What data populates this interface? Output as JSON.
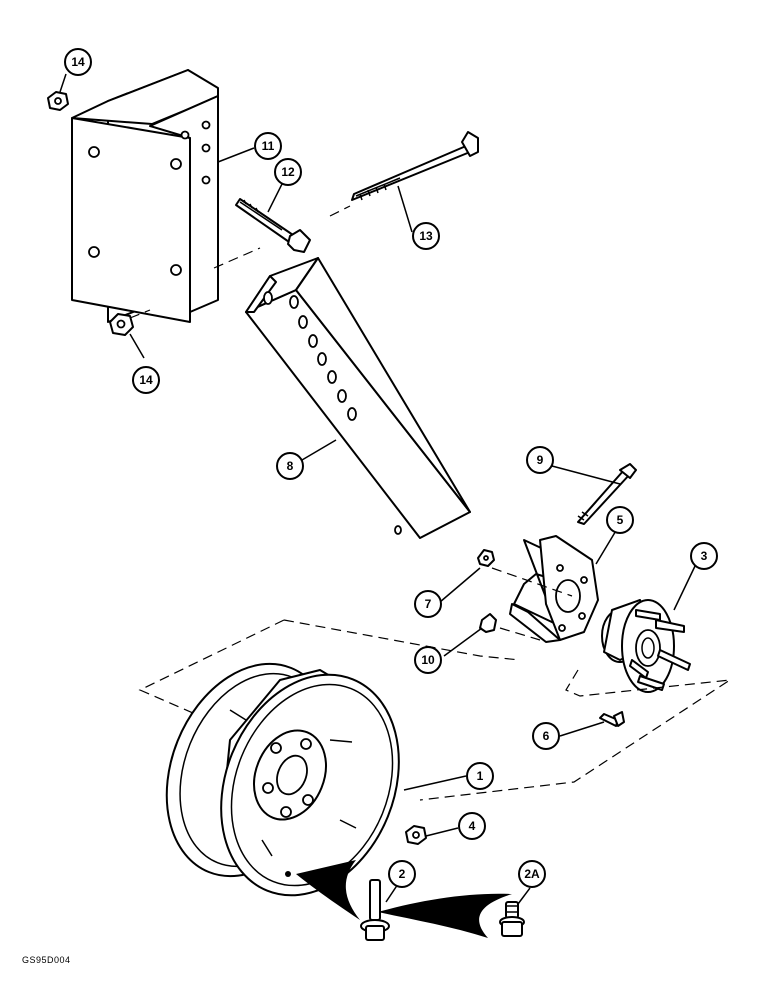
{
  "callouts": [
    {
      "id": "c14a",
      "label": "14"
    },
    {
      "id": "c11",
      "label": "11"
    },
    {
      "id": "c12",
      "label": "12"
    },
    {
      "id": "c13",
      "label": "13"
    },
    {
      "id": "c14b",
      "label": "14"
    },
    {
      "id": "c8",
      "label": "8"
    },
    {
      "id": "c9",
      "label": "9"
    },
    {
      "id": "c5",
      "label": "5"
    },
    {
      "id": "c3",
      "label": "3"
    },
    {
      "id": "c7",
      "label": "7"
    },
    {
      "id": "c10",
      "label": "10"
    },
    {
      "id": "c6",
      "label": "6"
    },
    {
      "id": "c1",
      "label": "1"
    },
    {
      "id": "c4",
      "label": "4"
    },
    {
      "id": "c2",
      "label": "2"
    },
    {
      "id": "c2a",
      "label": "2A"
    }
  ],
  "reference_code": "GS95D004"
}
